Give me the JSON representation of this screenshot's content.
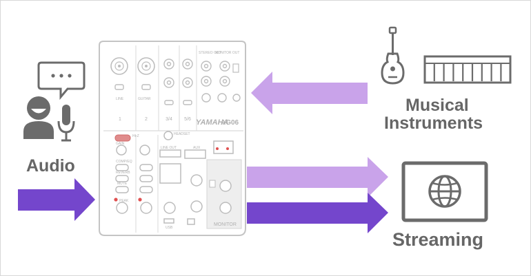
{
  "labels": {
    "audio": "Audio",
    "musical_instruments_line1": "Musical",
    "musical_instruments_line2": "Instruments",
    "streaming": "Streaming"
  },
  "mixer": {
    "brand": "YAMAHA",
    "model": "AG06",
    "channel_numbers": [
      "1",
      "2",
      "3/4",
      "5/6"
    ],
    "section_labels": {
      "stereo_out": "STEREO OUT",
      "monitor_out": "MONITOR OUT",
      "headset": "HEADSET",
      "aux": "AUX",
      "line": "LINE",
      "guitar": "GUITAR",
      "line_out": "LINE OUT",
      "monitor": "MONITOR",
      "mute": "MUTE",
      "comp_eq": "COMP/EQ",
      "reverb": "REVERB",
      "gain": "GAIN",
      "hi_z": "HI-Z",
      "peak": "PEAK",
      "usb": "USB"
    }
  },
  "colors": {
    "arrow_light_purple": "#c9a3ea",
    "arrow_dark_purple": "#7446cc",
    "icon_gray": "#6b6b6b",
    "mixer_outline": "#c4c4c4",
    "label_gray": "#666666",
    "led_red": "#e05050"
  },
  "icons": [
    "speech-bubble-icon",
    "person-icon",
    "microphone-icon",
    "guitar-icon",
    "keyboard-icon",
    "monitor-icon",
    "globe-icon"
  ]
}
